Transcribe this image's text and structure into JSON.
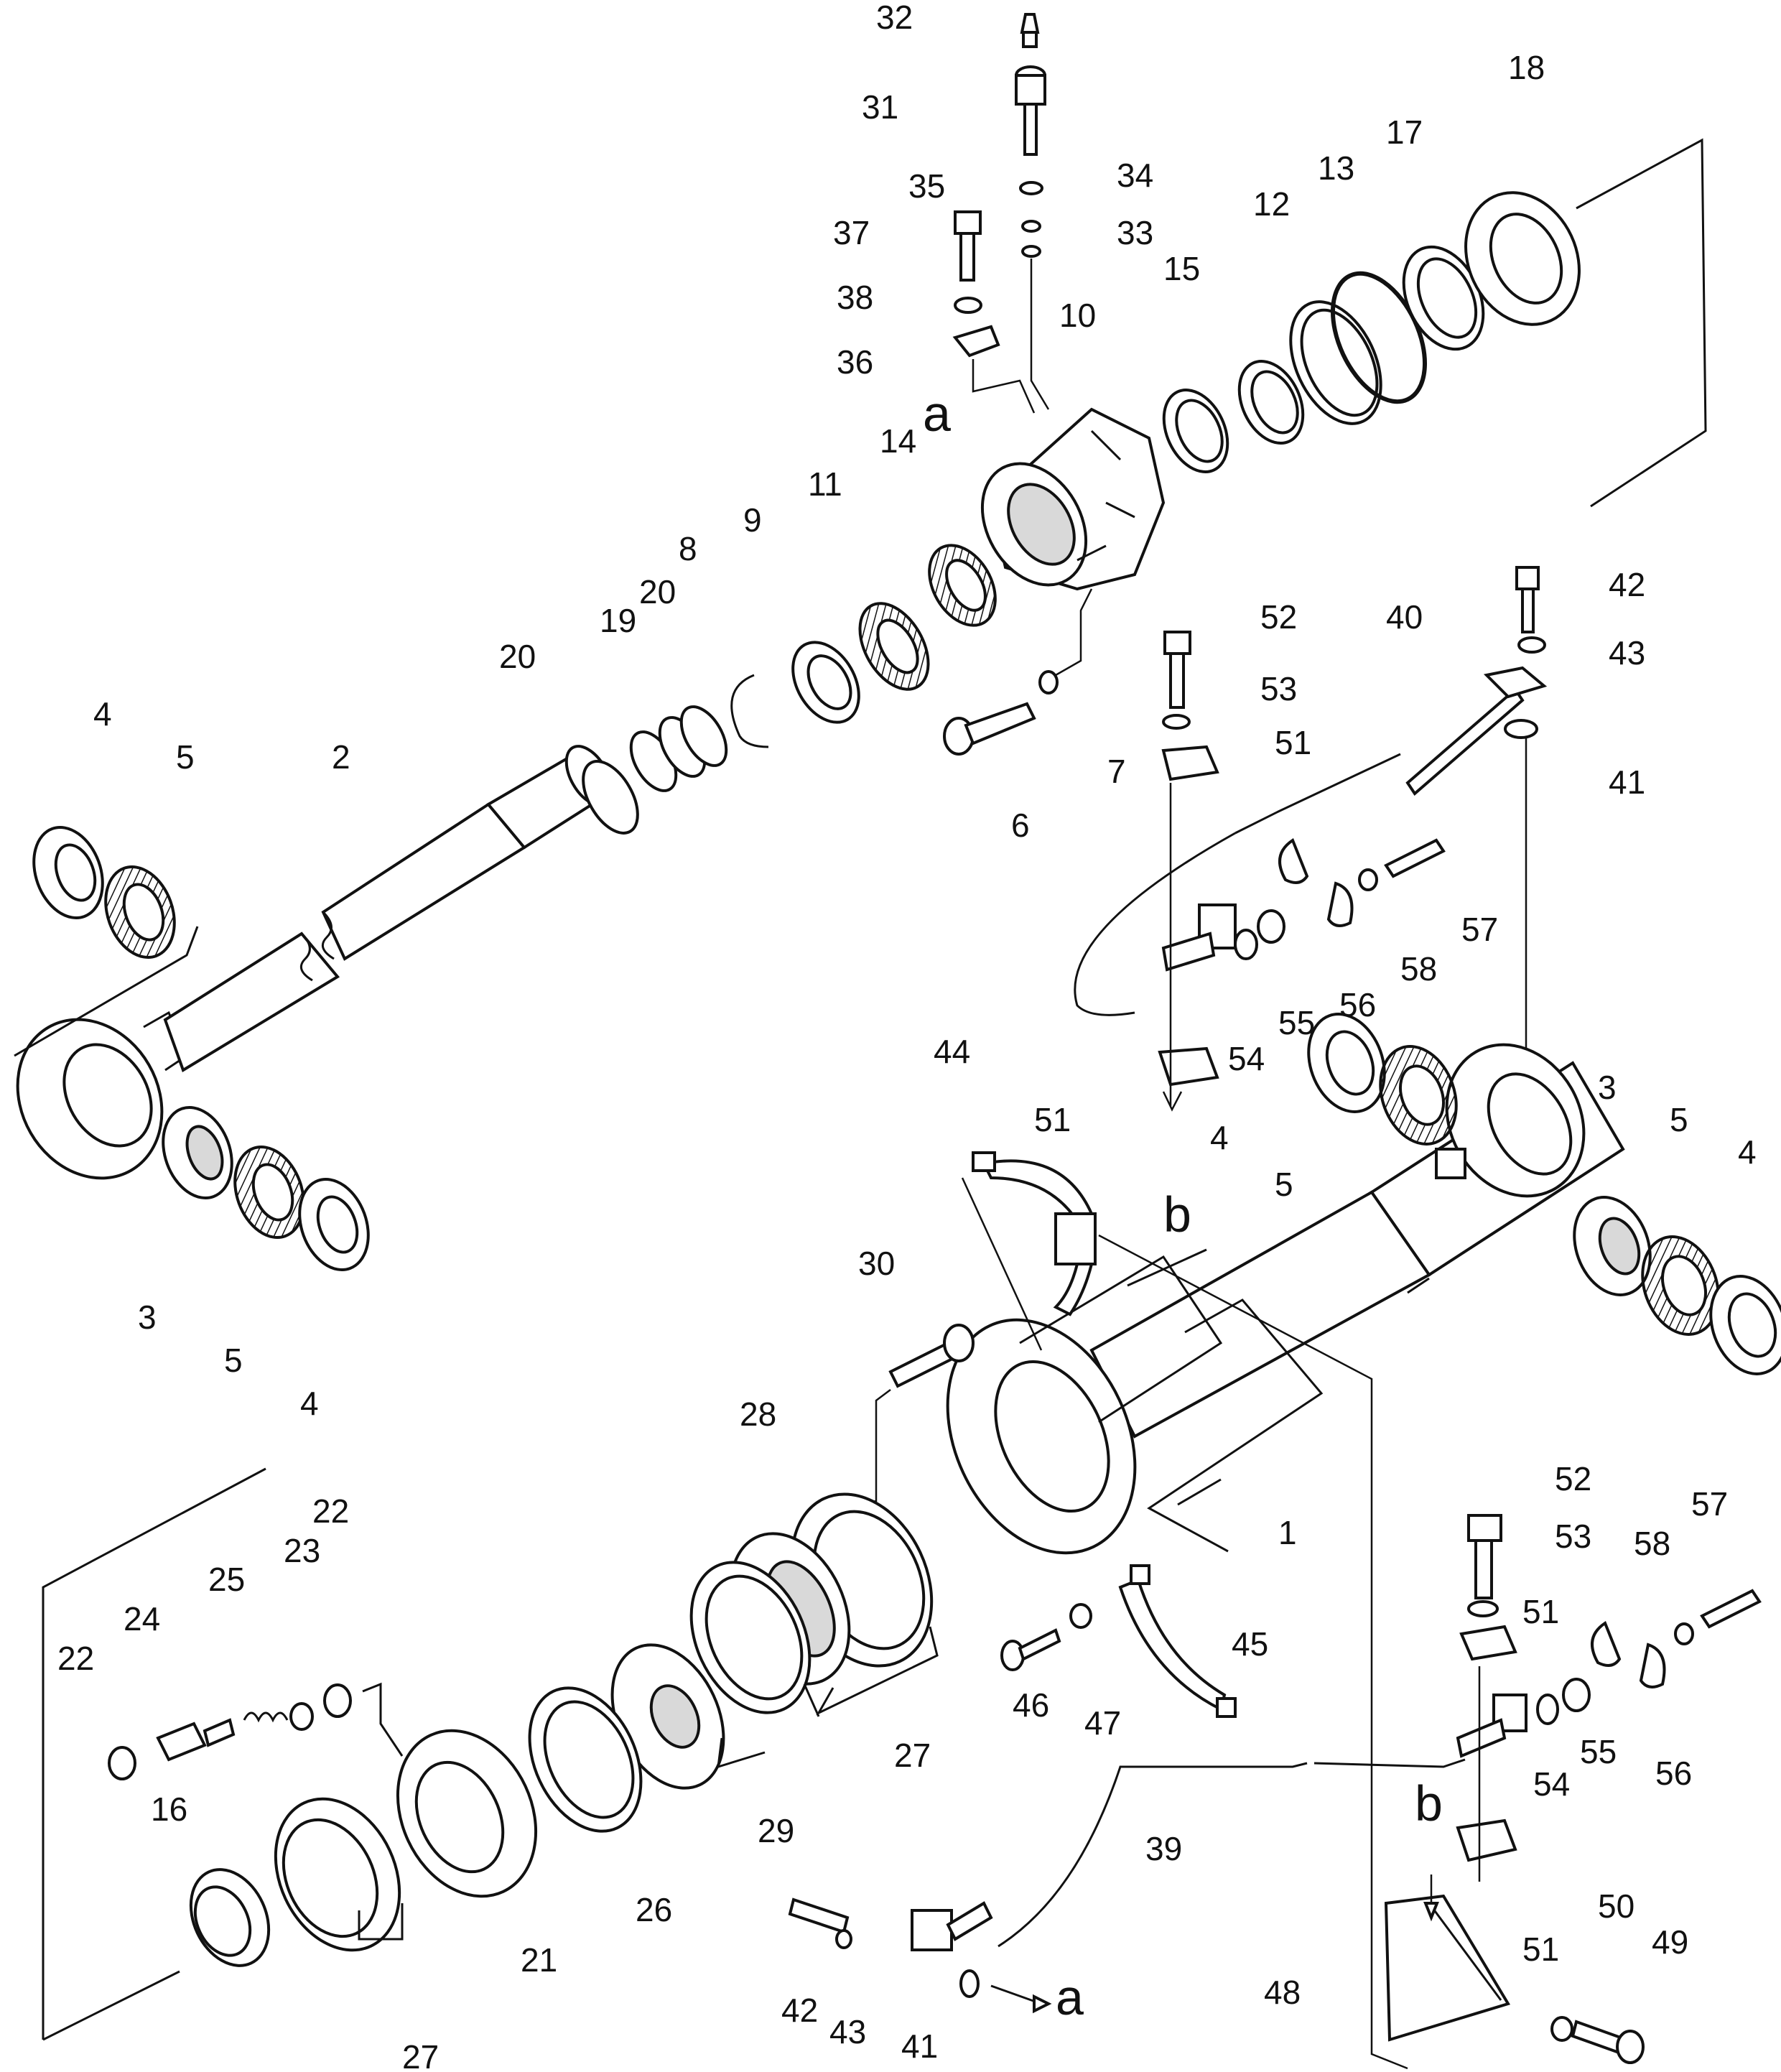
{
  "diagram": {
    "callouts": [
      {
        "id": "c32",
        "label": "32"
      },
      {
        "id": "c31",
        "label": "31"
      },
      {
        "id": "c35",
        "label": "35"
      },
      {
        "id": "c34",
        "label": "34"
      },
      {
        "id": "c33",
        "label": "33"
      },
      {
        "id": "c37",
        "label": "37"
      },
      {
        "id": "c38",
        "label": "38"
      },
      {
        "id": "c36",
        "label": "36"
      },
      {
        "id": "c10",
        "label": "10"
      },
      {
        "id": "c15",
        "label": "15"
      },
      {
        "id": "c12",
        "label": "12"
      },
      {
        "id": "c13",
        "label": "13"
      },
      {
        "id": "c17",
        "label": "17"
      },
      {
        "id": "c18",
        "label": "18"
      },
      {
        "id": "c14",
        "label": "14"
      },
      {
        "id": "c11",
        "label": "11"
      },
      {
        "id": "c9",
        "label": "9"
      },
      {
        "id": "c8",
        "label": "8"
      },
      {
        "id": "c20a",
        "label": "20"
      },
      {
        "id": "c19",
        "label": "19"
      },
      {
        "id": "c20b",
        "label": "20"
      },
      {
        "id": "c4a",
        "label": "4"
      },
      {
        "id": "c5a",
        "label": "5"
      },
      {
        "id": "c2",
        "label": "2"
      },
      {
        "id": "c3a",
        "label": "3"
      },
      {
        "id": "c5b",
        "label": "5"
      },
      {
        "id": "c4b",
        "label": "4"
      },
      {
        "id": "c6",
        "label": "6"
      },
      {
        "id": "c7",
        "label": "7"
      },
      {
        "id": "c52a",
        "label": "52"
      },
      {
        "id": "c53a",
        "label": "53"
      },
      {
        "id": "c51a",
        "label": "51"
      },
      {
        "id": "c40",
        "label": "40"
      },
      {
        "id": "c42a",
        "label": "42"
      },
      {
        "id": "c43a",
        "label": "43"
      },
      {
        "id": "c41a",
        "label": "41"
      },
      {
        "id": "c57a",
        "label": "57"
      },
      {
        "id": "c58a",
        "label": "58"
      },
      {
        "id": "c56a",
        "label": "56"
      },
      {
        "id": "c55a",
        "label": "55"
      },
      {
        "id": "c54a",
        "label": "54"
      },
      {
        "id": "c51b",
        "label": "51"
      },
      {
        "id": "c4c",
        "label": "4"
      },
      {
        "id": "c5c",
        "label": "5"
      },
      {
        "id": "c3b",
        "label": "3"
      },
      {
        "id": "c5d",
        "label": "5"
      },
      {
        "id": "c4d",
        "label": "4"
      },
      {
        "id": "c44",
        "label": "44"
      },
      {
        "id": "c30",
        "label": "30"
      },
      {
        "id": "c28",
        "label": "28"
      },
      {
        "id": "c1",
        "label": "1"
      },
      {
        "id": "c52b",
        "label": "52"
      },
      {
        "id": "c53b",
        "label": "53"
      },
      {
        "id": "c57b",
        "label": "57"
      },
      {
        "id": "c58b",
        "label": "58"
      },
      {
        "id": "c51c",
        "label": "51"
      },
      {
        "id": "c22a",
        "label": "22"
      },
      {
        "id": "c23",
        "label": "23"
      },
      {
        "id": "c25",
        "label": "25"
      },
      {
        "id": "c24",
        "label": "24"
      },
      {
        "id": "c22b",
        "label": "22"
      },
      {
        "id": "c45",
        "label": "45"
      },
      {
        "id": "c46",
        "label": "46"
      },
      {
        "id": "c47",
        "label": "47"
      },
      {
        "id": "c27a",
        "label": "27"
      },
      {
        "id": "c56b",
        "label": "56"
      },
      {
        "id": "c55b",
        "label": "55"
      },
      {
        "id": "c54b",
        "label": "54"
      },
      {
        "id": "c16",
        "label": "16"
      },
      {
        "id": "c21",
        "label": "21"
      },
      {
        "id": "c26",
        "label": "26"
      },
      {
        "id": "c29",
        "label": "29"
      },
      {
        "id": "c39",
        "label": "39"
      },
      {
        "id": "c42b",
        "label": "42"
      },
      {
        "id": "c43b",
        "label": "43"
      },
      {
        "id": "c41b",
        "label": "41"
      },
      {
        "id": "c27b",
        "label": "27"
      },
      {
        "id": "c51d",
        "label": "51"
      },
      {
        "id": "c50",
        "label": "50"
      },
      {
        "id": "c49",
        "label": "49"
      },
      {
        "id": "c48",
        "label": "48"
      }
    ],
    "letters": [
      {
        "id": "la1",
        "label": "a"
      },
      {
        "id": "lb1",
        "label": "b"
      },
      {
        "id": "lb2",
        "label": "b"
      },
      {
        "id": "la2",
        "label": "a"
      }
    ]
  }
}
